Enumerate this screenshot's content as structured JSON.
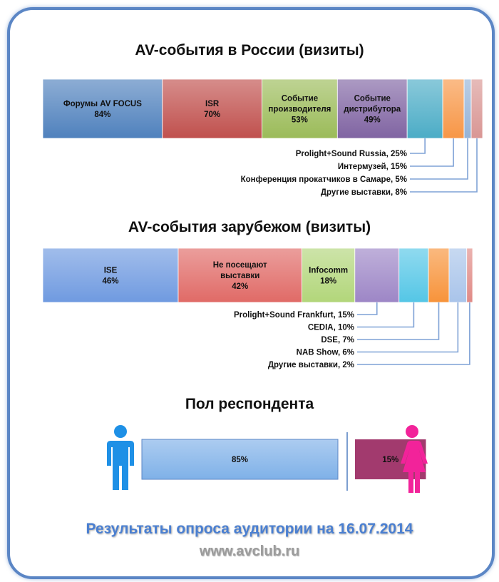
{
  "chart_data": [
    {
      "type": "bar",
      "orientation": "horizontal-stacked",
      "title": "AV-события в России (визиты)",
      "series": [
        {
          "name": "Форумы AV FOCUS",
          "value": 84,
          "label": "84%",
          "color": "#4f81bd"
        },
        {
          "name": "ISR",
          "value": 70,
          "label": "70%",
          "color": "#c0504d"
        },
        {
          "name": "Событие производителя",
          "value": 53,
          "label": "53%",
          "color": "#9bbb59"
        },
        {
          "name": "Событие дистрибутора",
          "value": 49,
          "label": "49%",
          "color": "#8064a2"
        },
        {
          "name": "Prolight+Sound Russia",
          "value": 25,
          "label": "Prolight+Sound Russia, 25%",
          "color": "#4bacc6"
        },
        {
          "name": "Интермузей",
          "value": 15,
          "label": "Интермузей, 15%",
          "color": "#f79646"
        },
        {
          "name": "Конференция прокатчиков в Самаре",
          "value": 5,
          "label": "Конференция прокатчиков в Самаре, 5%",
          "color": "#95b3d7"
        },
        {
          "name": "Другие выставки",
          "value": 8,
          "label": "Другие выставки, 8%",
          "color": "#d99694"
        }
      ]
    },
    {
      "type": "bar",
      "orientation": "horizontal-stacked",
      "title": "AV-события зарубежом (визиты)",
      "series": [
        {
          "name": "ISE",
          "value": 46,
          "label": "46%",
          "color": "#6f9ae0"
        },
        {
          "name": "Не посещают выставки",
          "value": 42,
          "label": "42%",
          "color": "#e06a66"
        },
        {
          "name": "Infocomm",
          "value": 18,
          "label": "18%",
          "color": "#b2d67a"
        },
        {
          "name": "Prolight+Sound Frankfurt",
          "value": 15,
          "label": "Prolight+Sound Frankfurt, 15%",
          "color": "#9d86c6"
        },
        {
          "name": "CEDIA",
          "value": 10,
          "label": "CEDIA, 10%",
          "color": "#54c6e6"
        },
        {
          "name": "DSE",
          "value": 7,
          "label": "DSE, 7%",
          "color": "#f7933a"
        },
        {
          "name": "NAB Show",
          "value": 6,
          "label": "NAB Show, 6%",
          "color": "#a9c4ea"
        },
        {
          "name": "Другие выставки",
          "value": 2,
          "label": "Другие выставки, 2%",
          "color": "#e08a86"
        }
      ]
    },
    {
      "type": "bar",
      "orientation": "horizontal",
      "title": "Пол респондента",
      "series": [
        {
          "name": "male",
          "value": 85,
          "label": "85%",
          "color": "#7fb1e8",
          "icon": "male-figure-icon",
          "icon_color": "#1e90e6"
        },
        {
          "name": "female",
          "value": 15,
          "label": "15%",
          "color": "#a23a6e",
          "icon": "female-figure-icon",
          "icon_color": "#f2239a"
        }
      ]
    }
  ],
  "footer": {
    "title": "Результаты опроса аудитории на 16.07.2014",
    "url": "www.avclub.ru"
  }
}
